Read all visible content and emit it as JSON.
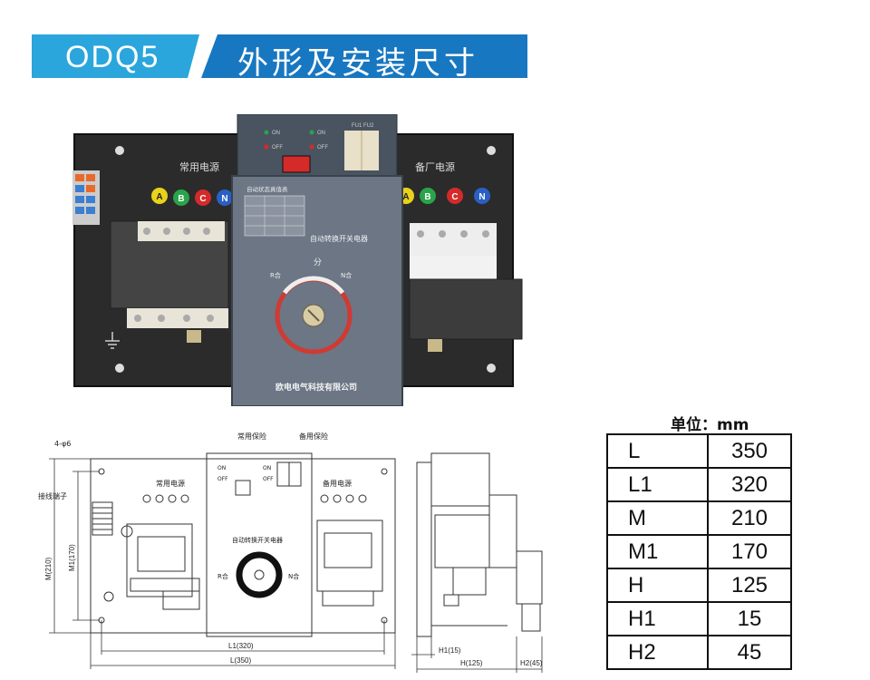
{
  "header": {
    "model": "ODQ5",
    "title": "外形及安装尺寸"
  },
  "photo": {
    "label_normal_power": "常用电源",
    "label_backup_power": "备厂电源",
    "panel_title": "自动转换开关电器",
    "status_table_title": "自动状态真值表",
    "label_off": "分",
    "label_r": "R合",
    "label_n": "N合",
    "company": "欧电电气科技有限公司",
    "phases": [
      "A",
      "B",
      "C",
      "N"
    ],
    "status_on": "ON",
    "status_off": "OFF",
    "fuse_label": "FU1 FU2"
  },
  "drawing": {
    "label_holes": "4-φ6",
    "label_terminal": "接线端子",
    "label_normal_fuse": "常用保险",
    "label_backup_fuse": "备用保险",
    "label_normal_power": "常用电源",
    "label_backup_power": "备用电源",
    "panel_title": "自动转换开关电器",
    "label_r": "R合",
    "label_n": "N合",
    "dim_m": "M(210)",
    "dim_m1": "M1(170)",
    "dim_l1": "L1(320)",
    "dim_l": "L(350)",
    "dim_h1": "H1(15)",
    "dim_h": "H(125)",
    "dim_h2": "H2(45)",
    "on1": "ON",
    "off1": "OFF",
    "on2": "ON",
    "off2": "OFF"
  },
  "dimensions": {
    "unit_label": "单位：mm",
    "rows": [
      {
        "key": "L",
        "value": "350"
      },
      {
        "key": "L1",
        "value": "320"
      },
      {
        "key": "M",
        "value": "210"
      },
      {
        "key": "M1",
        "value": "170"
      },
      {
        "key": "H",
        "value": "125"
      },
      {
        "key": "H1",
        "value": "15"
      },
      {
        "key": "H2",
        "value": "45"
      }
    ]
  },
  "colors": {
    "banner_light": "#2aa6dc",
    "banner_dark": "#1877c1",
    "phase_a": "#e8d21a",
    "phase_b": "#2aa34a",
    "phase_c": "#d42a2a",
    "phase_n": "#2a5fc4"
  }
}
